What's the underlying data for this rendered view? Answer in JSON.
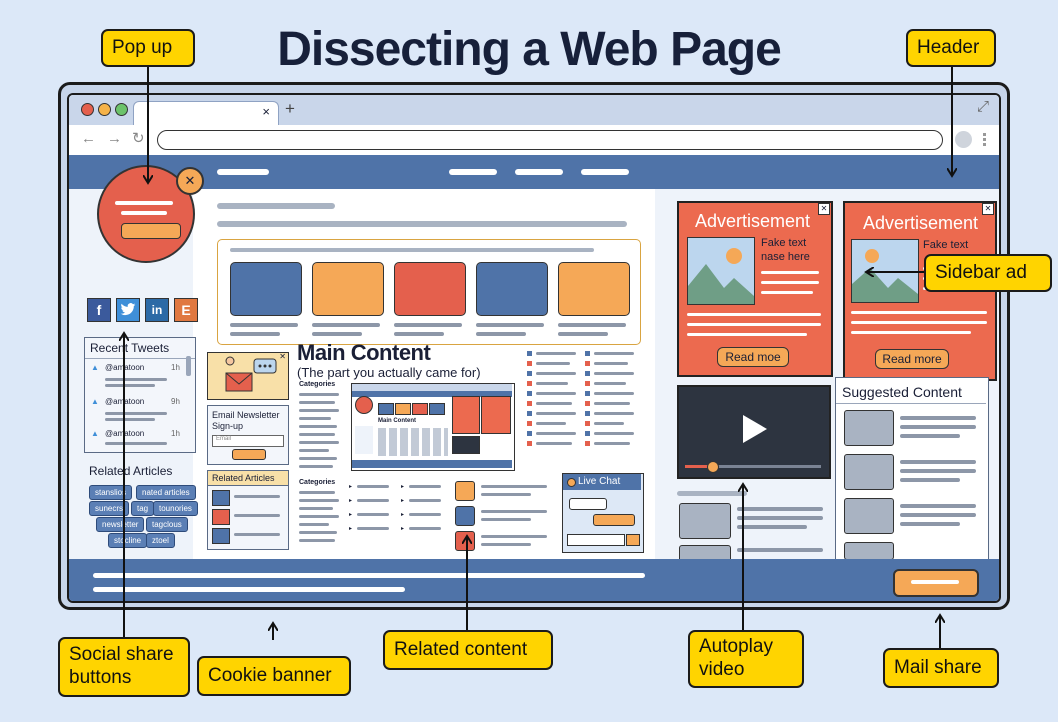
{
  "title": "Dissecting a Web Page",
  "callouts": {
    "popup": "Pop up",
    "header": "Header",
    "sidebar_ad": "Sidebar ad",
    "social_share_l1": "Social share",
    "social_share_l2": "buttons",
    "cookie_banner": "Cookie banner",
    "related_content": "Related content",
    "autoplay_l1": "Autoplay",
    "autoplay_l2": "video",
    "mail_share": "Mail share"
  },
  "browser": {
    "tab_close": "×",
    "tab_new": "+",
    "back": "←",
    "forward": "→",
    "reload": "↻",
    "expand": "⤢"
  },
  "popup": {
    "close": "✕"
  },
  "social": {
    "facebook": "f",
    "linkedin": "in",
    "email": "E"
  },
  "tweets": {
    "title": "Recent Tweets",
    "items": [
      {
        "handle": "@amatoon",
        "time": "1h"
      },
      {
        "handle": "@amatoon",
        "time": "9h"
      },
      {
        "handle": "@amatoon",
        "time": "1h"
      }
    ]
  },
  "related_articles": {
    "title": "Related Articles",
    "tags": [
      "stanslios",
      "nated articles",
      "sunecrs",
      "tag",
      "tounories",
      "newsletter",
      "tagclous",
      "stocline",
      "ztoel"
    ]
  },
  "newsletter": {
    "title_l1": "Email Newsletter",
    "title_l2": "Sign-up",
    "placeholder": "Email"
  },
  "related_box": {
    "title": "Related Articles"
  },
  "main": {
    "heading": "Main Content",
    "subheading": "(The part you actually came for)",
    "categories": "Categories",
    "categories2": "Categories",
    "mini_label": "Main Content"
  },
  "ads": [
    {
      "title": "Advertisement",
      "text_l1": "Fake text",
      "text_l2": "nase here",
      "button": "Read moe"
    },
    {
      "title": "Advertisement",
      "text_l1": "Fake text",
      "button": "Read more"
    }
  ],
  "suggested": {
    "title": "Suggested Content"
  },
  "live_chat": {
    "title": "Live Chat"
  },
  "colors": {
    "accent_blue": "#4f73a8",
    "ad_red": "#ec6a4f",
    "callout_yellow": "#ffd400",
    "orange": "#f5a857",
    "red": "#e4604d"
  }
}
